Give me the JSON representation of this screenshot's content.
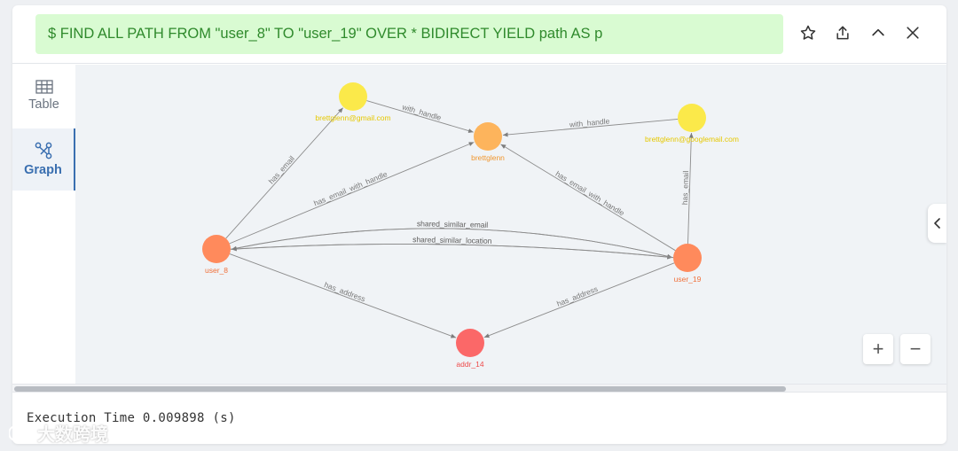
{
  "query": {
    "text": "$ FIND ALL PATH FROM \"user_8\" TO \"user_19\" OVER * BIDIRECT YIELD path AS p"
  },
  "header": {
    "icons": [
      "star-icon",
      "share-icon",
      "chevron-up-icon",
      "close-icon"
    ]
  },
  "sidebar": {
    "tabs": [
      {
        "label": "Table",
        "icon": "table-icon",
        "active": false
      },
      {
        "label": "Graph",
        "icon": "graph-icon",
        "active": true
      }
    ]
  },
  "graph": {
    "nodes": [
      {
        "id": "email1",
        "label": "brettglenn@gmail.com",
        "color": "#fbe94a",
        "text_color": "#e6c800"
      },
      {
        "id": "handle",
        "label": "brettglenn",
        "color": "#fdb45c",
        "text_color": "#f0962e"
      },
      {
        "id": "email2",
        "label": "brettglenn@googlemail.com",
        "color": "#fbe94a",
        "text_color": "#e6c800"
      },
      {
        "id": "user_8",
        "label": "user_8",
        "color": "#ff8a5c",
        "text_color": "#f0703a"
      },
      {
        "id": "user_19",
        "label": "user_19",
        "color": "#ff8a5c",
        "text_color": "#f0703a"
      },
      {
        "id": "addr_14",
        "label": "addr_14",
        "color": "#fb6868",
        "text_color": "#ee4b4b"
      }
    ],
    "edges": [
      {
        "from": "user_8",
        "to": "email1",
        "label": "has_email"
      },
      {
        "from": "email1",
        "to": "handle",
        "label": "with_handle"
      },
      {
        "from": "email2",
        "to": "handle",
        "label": "with_handle"
      },
      {
        "from": "user_8",
        "to": "handle",
        "label": "has_email_with_handle"
      },
      {
        "from": "user_19",
        "to": "handle",
        "label": "has_email_with_handle"
      },
      {
        "from": "user_19",
        "to": "email2",
        "label": "has_email"
      },
      {
        "from": "user_8",
        "to": "user_19",
        "label": "shared_similar_email"
      },
      {
        "from": "user_8",
        "to": "user_19",
        "label": "shared_similar_location"
      },
      {
        "from": "user_19",
        "to": "user_8",
        "label": "shared_similar_location"
      },
      {
        "from": "user_19",
        "to": "user_8",
        "label": "shared_similar_email"
      },
      {
        "from": "user_8",
        "to": "addr_14",
        "label": "has_address"
      },
      {
        "from": "user_19",
        "to": "addr_14",
        "label": "has_address"
      }
    ]
  },
  "zoom": {
    "in_label": "+",
    "out_label": "−"
  },
  "footer": {
    "execution_time": "Execution Time 0.009898 (s)"
  },
  "watermark": {
    "text": "大数跨境"
  }
}
